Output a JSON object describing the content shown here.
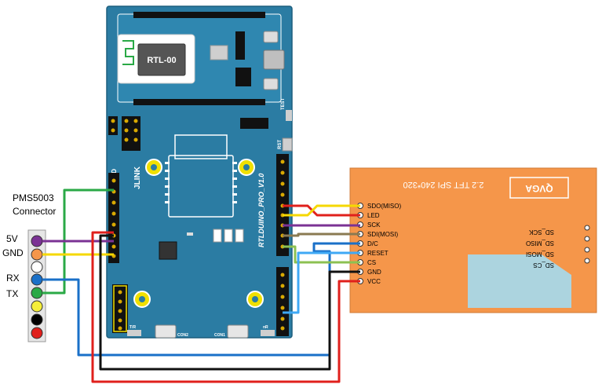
{
  "sensor": {
    "title_line1": "PMS5003",
    "title_line2": "Connector",
    "pin_5v": "5V",
    "pin_gnd": "GND",
    "pin_rx": "RX",
    "pin_tx": "TX"
  },
  "board": {
    "module_name": "RTL-00",
    "board_name": "RTLDUINO_PRO_V1.0",
    "jlink_label": "JLINK",
    "mbed_label": "MBED",
    "rst_label": "RST",
    "test_label": "TEST",
    "con2_label": "CON2",
    "con1_label": "CON1",
    "tr_label": "T/R",
    "nr_label": "nR"
  },
  "tft": {
    "title": "QVGA",
    "subtitle": "2.2 TFT  SPI  240*320",
    "pins": [
      "SDO(MISO)",
      "LED",
      "SCK",
      "SDI(MOSI)",
      "D/C",
      "RESET",
      "CS",
      "GND",
      "VCC"
    ],
    "sd_pins": [
      "SD_SCK",
      "SD_MISO",
      "SD_MOSI",
      "SD_CS"
    ]
  },
  "colors": {
    "board": "#2b7ca3",
    "tft": "#f5964a",
    "screen": "#acd4df",
    "wire_green": "#2aa946",
    "wire_purple": "#7b3294",
    "wire_yellow": "#f5d800",
    "wire_blue": "#1a70c8",
    "wire_red": "#e0201c",
    "wire_black": "#111111",
    "wire_olive": "#8a7a52",
    "wire_lightblue": "#3fa9f5",
    "wire_lightgreen": "#8cc152"
  }
}
